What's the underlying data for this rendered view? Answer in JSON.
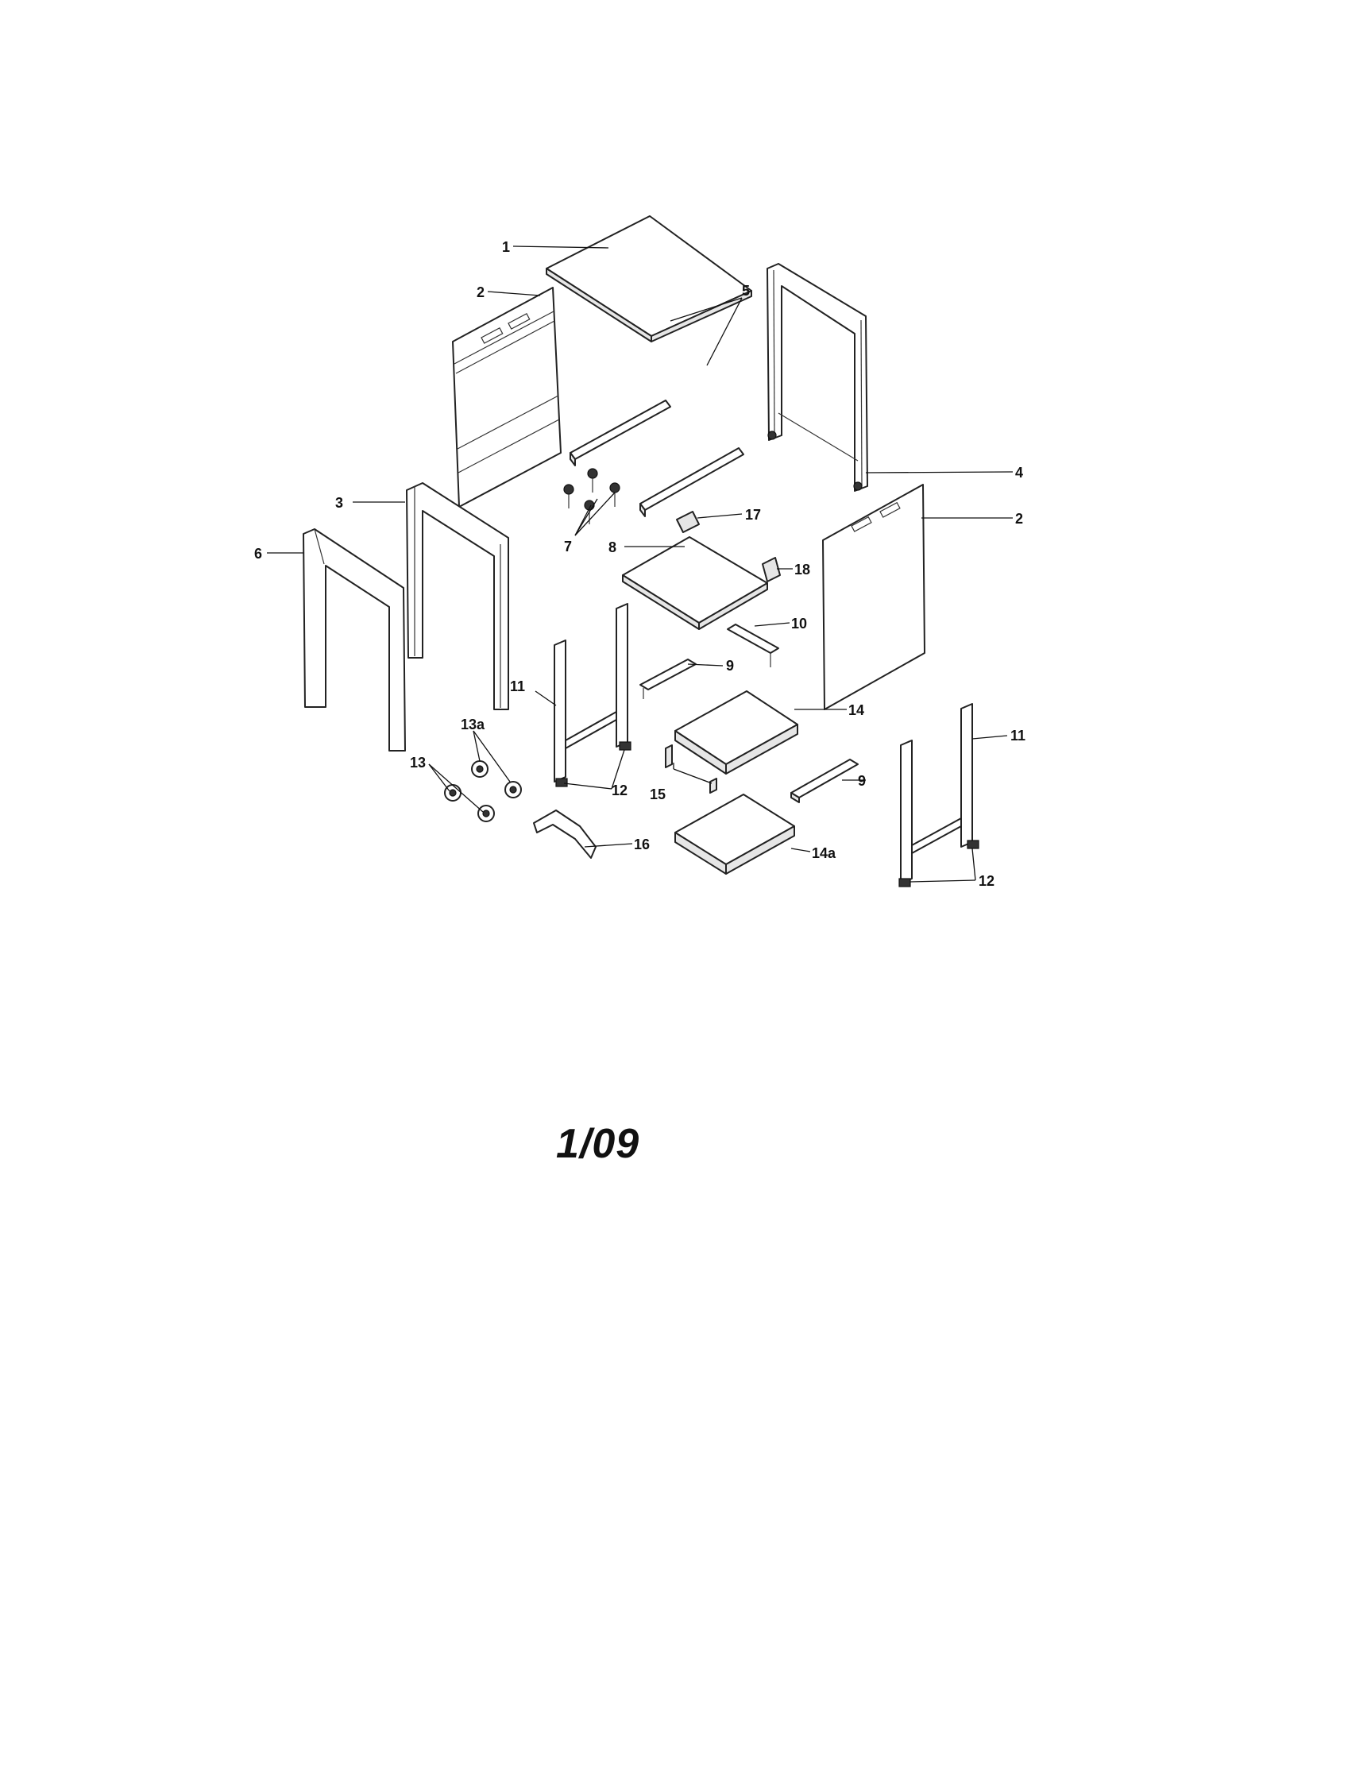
{
  "page_code": "1/09",
  "callouts": [
    {
      "id": "c1",
      "label": "1"
    },
    {
      "id": "c2a",
      "label": "2"
    },
    {
      "id": "c2b",
      "label": "2"
    },
    {
      "id": "c3",
      "label": "3"
    },
    {
      "id": "c4",
      "label": "4"
    },
    {
      "id": "c5",
      "label": "5"
    },
    {
      "id": "c6",
      "label": "6"
    },
    {
      "id": "c7",
      "label": "7"
    },
    {
      "id": "c8",
      "label": "8"
    },
    {
      "id": "c9a",
      "label": "9"
    },
    {
      "id": "c9b",
      "label": "9"
    },
    {
      "id": "c10",
      "label": "10"
    },
    {
      "id": "c11a",
      "label": "11"
    },
    {
      "id": "c11b",
      "label": "11"
    },
    {
      "id": "c12a",
      "label": "12"
    },
    {
      "id": "c12b",
      "label": "12"
    },
    {
      "id": "c13",
      "label": "13"
    },
    {
      "id": "c13a",
      "label": "13a"
    },
    {
      "id": "c14",
      "label": "14"
    },
    {
      "id": "c14a",
      "label": "14a"
    },
    {
      "id": "c15",
      "label": "15"
    },
    {
      "id": "c16",
      "label": "16"
    },
    {
      "id": "c17",
      "label": "17"
    },
    {
      "id": "c18",
      "label": "18"
    }
  ]
}
